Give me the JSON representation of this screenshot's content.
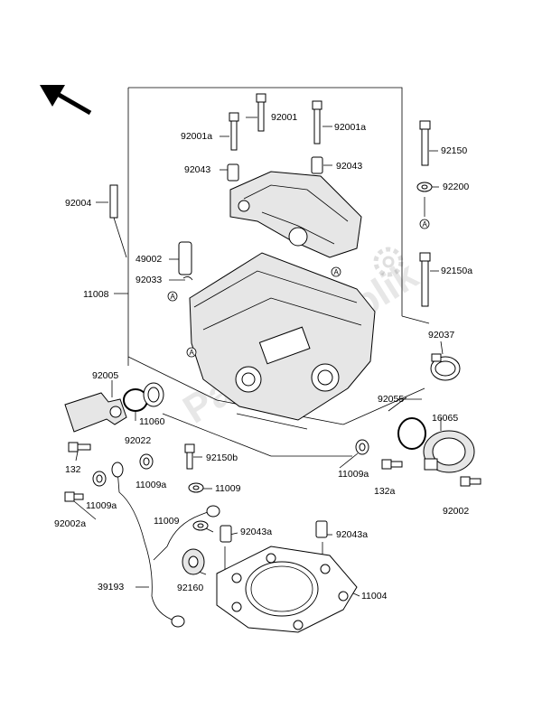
{
  "watermark": "PartsRepublik",
  "ref_marker": "A",
  "labels": {
    "l92001": "92001",
    "l92001a_left": "92001a",
    "l92001a_right": "92001a",
    "l92043_left": "92043",
    "l92043_right": "92043",
    "l92150": "92150",
    "l92200": "92200",
    "l92150a": "92150a",
    "l92004": "92004",
    "l49002": "49002",
    "l92033": "92033",
    "l11008": "11008",
    "l92037": "92037",
    "l92005": "92005",
    "l11060": "11060",
    "l92022": "92022",
    "l92055": "92055",
    "l16065": "16065",
    "l132": "132",
    "l11009a_1": "11009a",
    "l92150b": "92150b",
    "l11009a_right": "11009a",
    "l132a": "132a",
    "l11009a_2": "11009a",
    "l11009_1": "11009",
    "l92002a": "92002a",
    "l92002": "92002",
    "l11009_2": "11009",
    "l92043a_1": "92043a",
    "l92043a_2": "92043a",
    "l39193": "39193",
    "l92160": "92160",
    "l11004": "11004"
  }
}
